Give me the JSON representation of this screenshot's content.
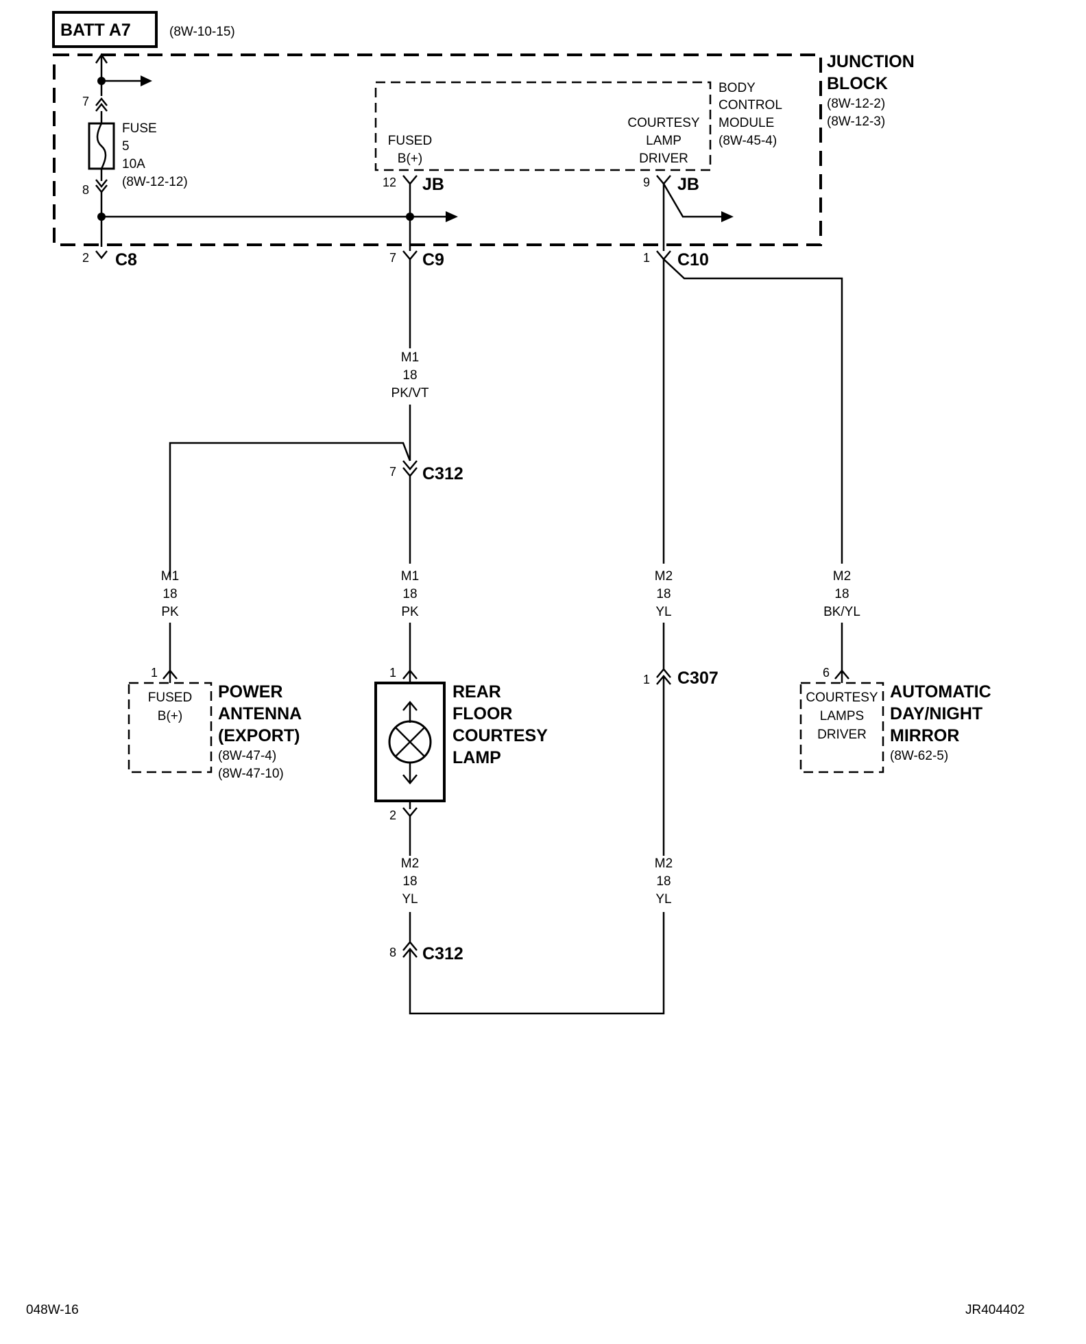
{
  "top": {
    "batt_label": "BATT A7",
    "batt_ref": "(8W-10-15)"
  },
  "junction_block": {
    "lines": [
      "JUNCTION",
      "BLOCK"
    ],
    "refs": [
      "(8W-12-2)",
      "(8W-12-3)"
    ]
  },
  "bcm": {
    "lines": [
      "BODY",
      "CONTROL",
      "MODULE"
    ],
    "ref": "(8W-45-4)",
    "fused_lines": [
      "FUSED",
      "B(+)"
    ],
    "driver_lines": [
      "COURTESY",
      "LAMP",
      "DRIVER"
    ]
  },
  "fuse": {
    "label": "FUSE",
    "number": "5",
    "rating": "10A",
    "ref": "(8W-12-12)",
    "pin_top": "7",
    "pin_bottom": "8"
  },
  "connectors": {
    "jb_left": {
      "pin": "12",
      "name": "JB"
    },
    "jb_right": {
      "pin": "9",
      "name": "JB"
    },
    "c8": {
      "pin": "2",
      "name": "C8"
    },
    "c9": {
      "pin": "7",
      "name": "C9"
    },
    "c10": {
      "pin": "1",
      "name": "C10"
    },
    "c312_top": {
      "pin": "7",
      "name": "C312"
    },
    "c312_bottom": {
      "pin": "8",
      "name": "C312"
    },
    "c307": {
      "pin": "1",
      "name": "C307"
    }
  },
  "wires": {
    "m1_pkvt": [
      "M1",
      "18",
      "PK/VT"
    ],
    "m1_pk_left": [
      "M1",
      "18",
      "PK"
    ],
    "m1_pk_center": [
      "M1",
      "18",
      "PK"
    ],
    "m2_yl_right": [
      "M2",
      "18",
      "YL"
    ],
    "m2_bkyl": [
      "M2",
      "18",
      "BK/YL"
    ],
    "m2_yl_lower_left": [
      "M2",
      "18",
      "YL"
    ],
    "m2_yl_lower_right": [
      "M2",
      "18",
      "YL"
    ]
  },
  "antenna": {
    "pin": "1",
    "inner_lines": [
      "FUSED",
      "B(+)"
    ],
    "name_lines": [
      "POWER",
      "ANTENNA",
      "(EXPORT)"
    ],
    "refs": [
      "(8W-47-4)",
      "(8W-47-10)"
    ]
  },
  "lamp": {
    "pin_top": "1",
    "pin_bottom": "2",
    "name_lines": [
      "REAR",
      "FLOOR",
      "COURTESY",
      "LAMP"
    ]
  },
  "mirror": {
    "pin": "6",
    "inner_lines": [
      "COURTESY",
      "LAMPS",
      "DRIVER"
    ],
    "name_lines": [
      "AUTOMATIC",
      "DAY/NIGHT",
      "MIRROR"
    ],
    "ref": "(8W-62-5)"
  },
  "footer": {
    "left": "048W-16",
    "right": "JR404402"
  }
}
